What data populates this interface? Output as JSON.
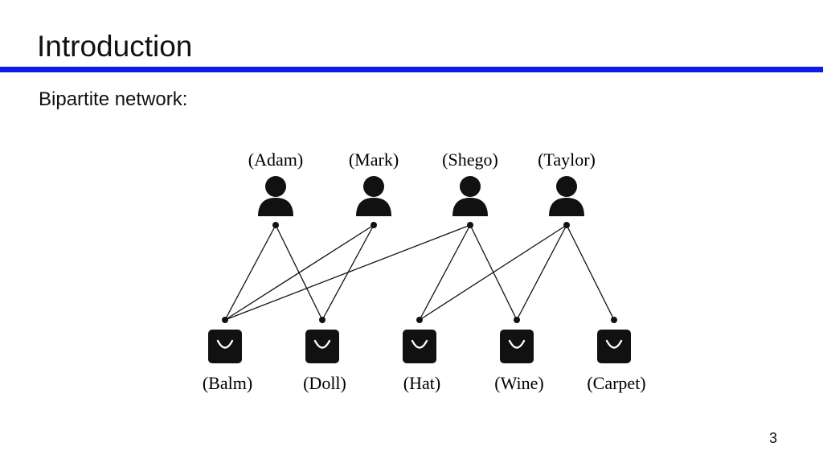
{
  "slide": {
    "title": "Introduction",
    "subtitle": "Bipartite network:",
    "page_number": "3",
    "accent_color": "#0a1ee8"
  },
  "diagram": {
    "users": [
      {
        "id": "adam",
        "label": "(Adam)",
        "icon": "person-icon"
      },
      {
        "id": "mark",
        "label": "(Mark)",
        "icon": "person-icon"
      },
      {
        "id": "shego",
        "label": "(Shego)",
        "icon": "person-icon"
      },
      {
        "id": "taylor",
        "label": "(Taylor)",
        "icon": "person-icon"
      }
    ],
    "items": [
      {
        "id": "balm",
        "label": "(Balm)",
        "icon": "shopping-bag-icon"
      },
      {
        "id": "doll",
        "label": "(Doll)",
        "icon": "shopping-bag-icon"
      },
      {
        "id": "hat",
        "label": "(Hat)",
        "icon": "shopping-bag-icon"
      },
      {
        "id": "wine",
        "label": "(Wine)",
        "icon": "shopping-bag-icon"
      },
      {
        "id": "carpet",
        "label": "(Carpet)",
        "icon": "shopping-bag-icon"
      }
    ],
    "edges": [
      [
        "adam",
        "balm"
      ],
      [
        "adam",
        "doll"
      ],
      [
        "mark",
        "balm"
      ],
      [
        "mark",
        "doll"
      ],
      [
        "shego",
        "balm"
      ],
      [
        "shego",
        "hat"
      ],
      [
        "shego",
        "wine"
      ],
      [
        "taylor",
        "hat"
      ],
      [
        "taylor",
        "wine"
      ],
      [
        "taylor",
        "carpet"
      ]
    ]
  }
}
